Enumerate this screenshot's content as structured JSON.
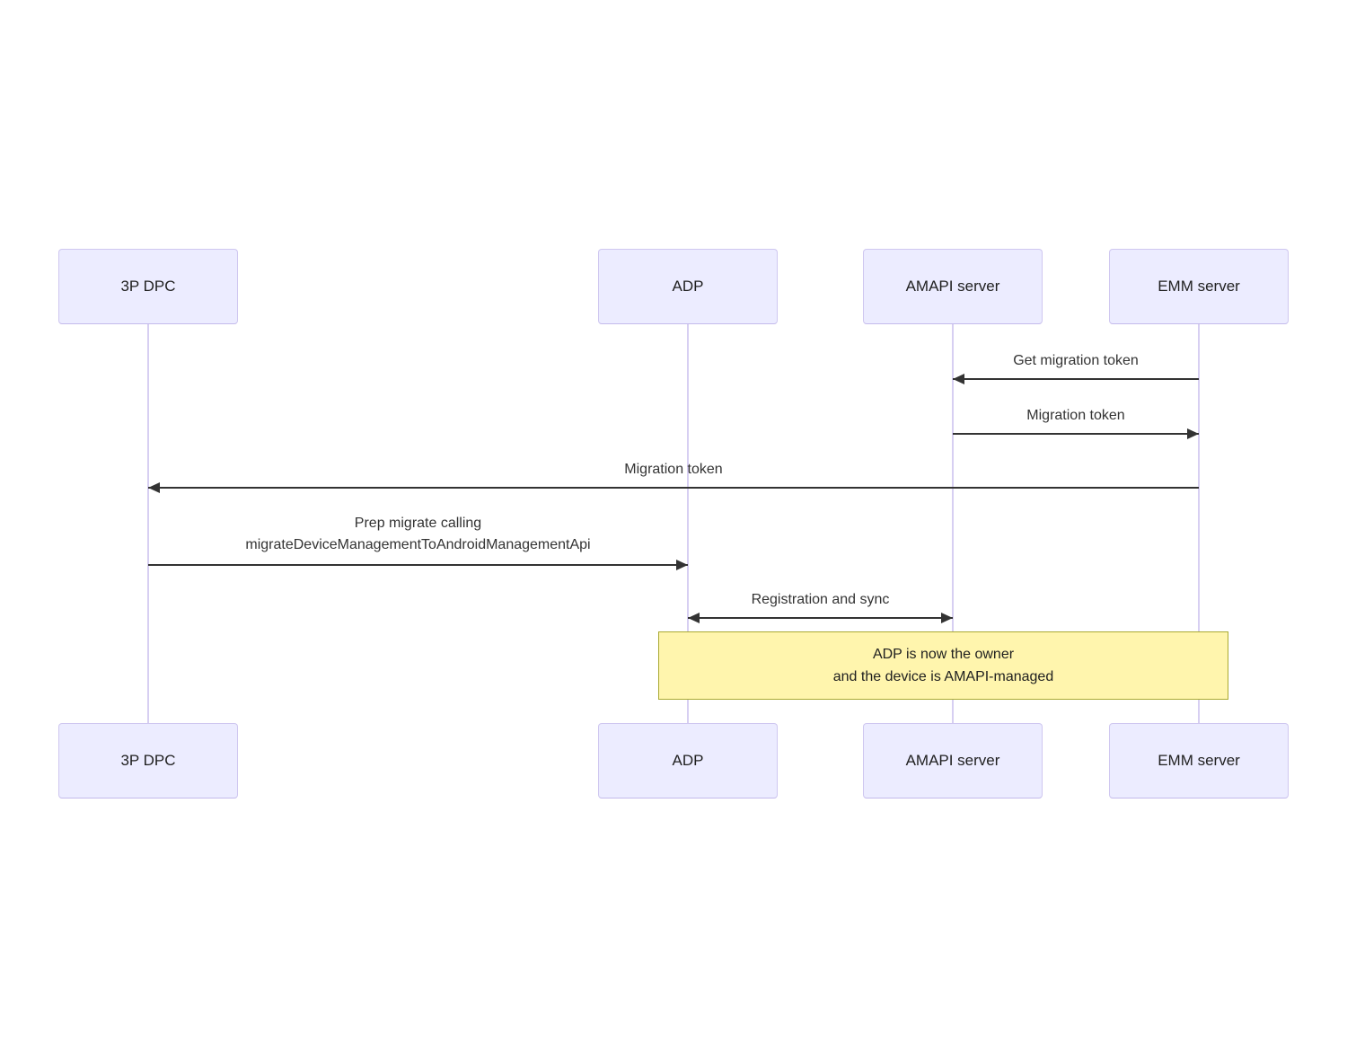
{
  "diagram": {
    "type": "sequence-diagram",
    "colors": {
      "actor_fill": "#ececff",
      "actor_border": "#cfc7f0",
      "lifeline": "#d7cff2",
      "arrow": "#333333",
      "message_text": "#333333",
      "note_fill": "#fff5ad",
      "note_border": "#aaaa33"
    },
    "actors": [
      {
        "label": "3P DPC"
      },
      {
        "label": "ADP"
      },
      {
        "label": "AMAPI server"
      },
      {
        "label": "EMM server"
      }
    ],
    "messages": [
      {
        "label": "Get migration token",
        "from": "EMM server",
        "to": "AMAPI server",
        "direction": "left"
      },
      {
        "label": "Migration token",
        "from": "AMAPI server",
        "to": "EMM server",
        "direction": "right"
      },
      {
        "label": "Migration token",
        "from": "EMM server",
        "to": "3P DPC",
        "direction": "left"
      },
      {
        "line1": "Prep migrate calling",
        "line2": "migrateDeviceManagementToAndroidManagementApi",
        "from": "3P DPC",
        "to": "ADP",
        "direction": "right"
      },
      {
        "label": "Registration and sync",
        "from": "ADP",
        "to": "AMAPI server",
        "direction": "both"
      }
    ],
    "note": {
      "line1": "ADP is now the owner",
      "line2": "and the device is AMAPI-managed",
      "over": "ADP, EMM server"
    }
  }
}
